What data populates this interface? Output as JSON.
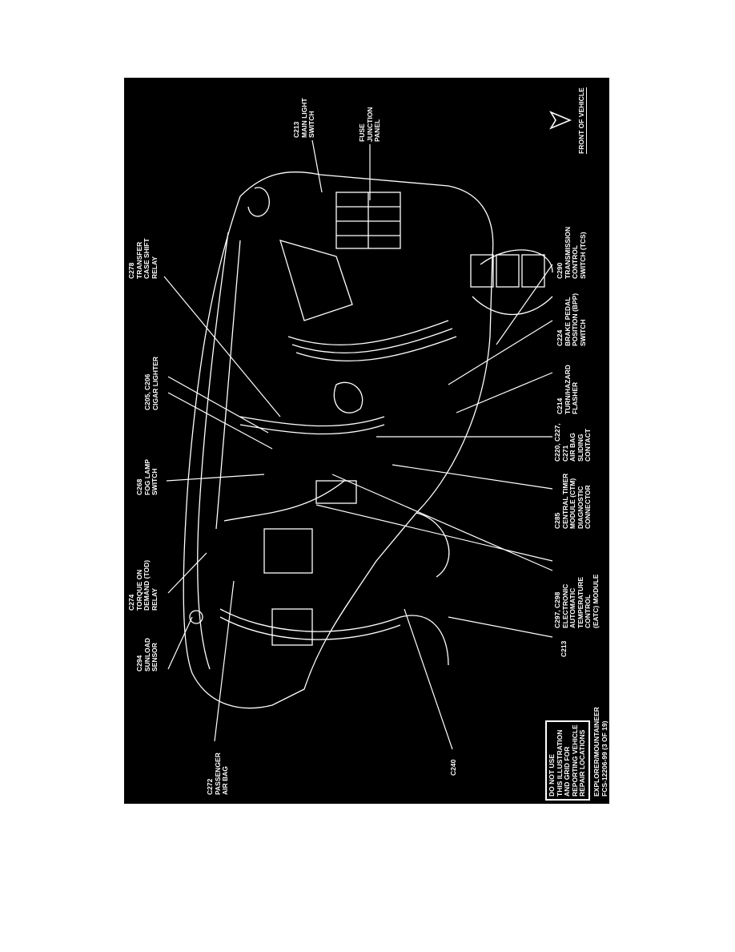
{
  "colors": {
    "background": "#000000",
    "linework": "#ffffff",
    "page": "#ffffff"
  },
  "labels": {
    "c272": [
      "C272",
      "PASSENGER",
      "AIR BAG"
    ],
    "c240": [
      "C240"
    ],
    "c294": [
      "C294",
      "SUNLOAD",
      "SENSOR"
    ],
    "c274": [
      "C274",
      "TORQUE ON",
      "DEMAND (TOD)",
      "RELAY"
    ],
    "c268": [
      "C268",
      "FOG LAMP",
      "SWITCH"
    ],
    "c205": [
      "C205, C206",
      "CIGAR LIGHTER"
    ],
    "c278": [
      "C278",
      "TRANSFER",
      "CASE SHIFT",
      "RELAY"
    ],
    "c213_main": [
      "C213",
      "MAIN LIGHT",
      "SWITCH"
    ],
    "fuse": [
      "FUSE",
      "JUNCTION",
      "PANEL"
    ],
    "front": [
      "FRONT OF VEHICLE"
    ],
    "c290": [
      "C290",
      "TRANSMISSION",
      "CONTROL",
      "SWITCH (TCS)"
    ],
    "c224": [
      "C224",
      "BRAKE PEDAL",
      "POSITION (BPP)",
      "SWITCH"
    ],
    "c214": [
      "C214",
      "TURN/HAZARD",
      "FLASHER"
    ],
    "c220": [
      "C220, C227,",
      "C271",
      "AIR BAG",
      "SLIDING",
      "CONTACT"
    ],
    "c285": [
      "C285",
      "CENTRAL TIMER",
      "MODULE (CTM)",
      "DIAGNOSTIC",
      "CONNECTOR"
    ],
    "c297": [
      "C297, C298",
      "ELECTRONIC",
      "AUTOMATIC",
      "TEMPERATURE",
      "CONTROL",
      "(EATC) MODULE"
    ],
    "c213": [
      "C213"
    ],
    "notice": [
      "DO NOT USE",
      "THIS ILLUSTRATION",
      "AND GRID FOR",
      "REPORTING VEHICLE",
      "REPAIR LOCATIONS"
    ],
    "caption": [
      "EXPLORER/MOUNTAINEER",
      "FCS-12206-99  (3 OF 19)"
    ]
  },
  "icons": {
    "front_arrow": "chevron-arrow-icon"
  }
}
